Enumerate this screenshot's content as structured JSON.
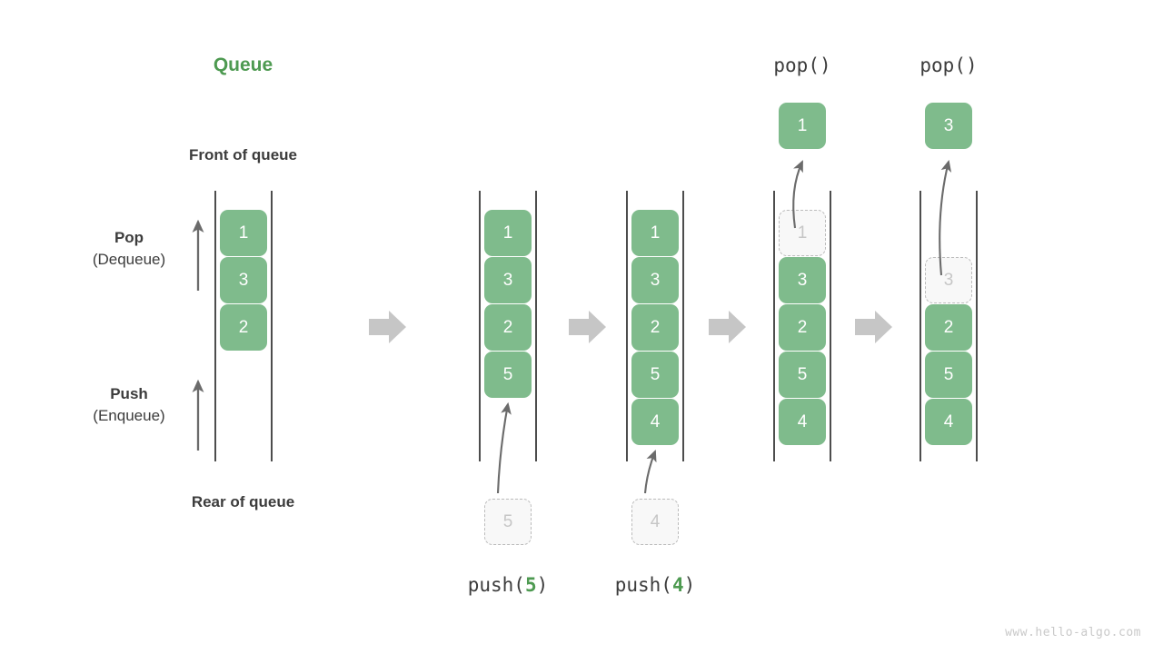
{
  "diagram": {
    "title": "Queue",
    "front_label": "Front of queue",
    "rear_label": "Rear of queue",
    "watermark": "www.hello-algo.com",
    "accent_green": "#4e9a51",
    "box_green": "#7fbb8c",
    "ghost_gray": "#c6c6c6",
    "rail_gray": "#4d4d4d",
    "arrow_gray": "#6b6b6b",
    "step_arrow_gray": "#c6c6c6"
  },
  "operations": {
    "pop": {
      "name": "Pop",
      "alias": "(Dequeue)",
      "direction": "up"
    },
    "push": {
      "name": "Push",
      "alias": "(Enqueue)",
      "direction": "up"
    }
  },
  "steps": [
    {
      "id": "initial",
      "caption": "",
      "top_caption": "",
      "items": [
        "1",
        "3",
        "2"
      ],
      "ghost_slot": null,
      "incoming": null,
      "popped": null
    },
    {
      "id": "push-5",
      "caption": "push(5)",
      "caption_fn": "push",
      "caption_arg": "5",
      "top_caption": "",
      "items": [
        "1",
        "3",
        "2",
        "5"
      ],
      "ghost_slot": null,
      "incoming": "5",
      "popped": null
    },
    {
      "id": "push-4",
      "caption": "push(4)",
      "caption_fn": "push",
      "caption_arg": "4",
      "top_caption": "",
      "items": [
        "1",
        "3",
        "2",
        "5",
        "4"
      ],
      "ghost_slot": null,
      "incoming": "4",
      "popped": null
    },
    {
      "id": "pop-1",
      "caption": "",
      "top_caption": "pop()",
      "items": [
        "3",
        "2",
        "5",
        "4"
      ],
      "ghost_slot": {
        "index": 0,
        "value": "1"
      },
      "incoming": null,
      "popped": "1"
    },
    {
      "id": "pop-3",
      "caption": "",
      "top_caption": "pop()",
      "items": [
        "2",
        "5",
        "4"
      ],
      "ghost_slot": {
        "index": 1,
        "value": "3"
      },
      "incoming": null,
      "popped": "3"
    }
  ],
  "step_arrows": [
    {
      "id": "step-arrow-1"
    },
    {
      "id": "step-arrow-2"
    },
    {
      "id": "step-arrow-3"
    },
    {
      "id": "step-arrow-4"
    }
  ]
}
